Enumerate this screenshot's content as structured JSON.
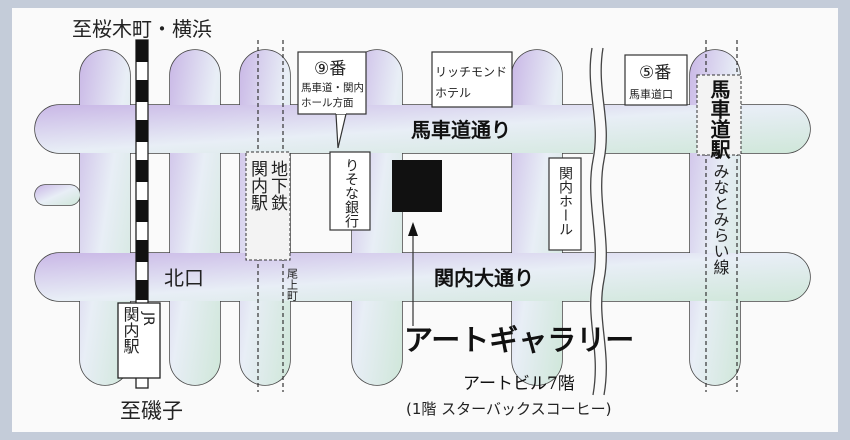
{
  "direction_north": "至桜木町・横浜",
  "direction_south": "至磯子",
  "streets": {
    "bashamichi": "馬車道通り",
    "kannai_odori": "関内大通り",
    "kitaguchi": "北口",
    "onoe": "尾上町"
  },
  "stations": {
    "jr_line_label": "JR",
    "jr_station_name": "関内駅",
    "subway_line_label": "地下鉄",
    "subway_station_name": "関内駅",
    "bashamichi_name": "馬車道駅",
    "minatomirai_line": "みなとみらい線"
  },
  "exit_9": {
    "number": "⑨",
    "suffix": "番",
    "line1": "馬車道・関内",
    "line2": "ホール方面"
  },
  "exit_5": {
    "number": "⑤",
    "suffix": "番",
    "line1": "馬車道口"
  },
  "landmarks": {
    "richmond_line1": "リッチモンド",
    "richmond_line2": "ホテル",
    "kannai_hall": "関内ホール",
    "resona_bank": "りそな銀行"
  },
  "destination": {
    "name": "アートギャラリー",
    "building": "アートビル7階",
    "note": "(1階 スターバックスコーヒー)"
  },
  "colors": {
    "background": "#c4ccd9",
    "panel": "#fafafa",
    "road_tint_start": "#c9b7e6",
    "road_tint_mid": "#e8eef6",
    "road_tint_end": "#cfe7d9",
    "road_outline": "#444444",
    "building_fill": "#111111"
  }
}
